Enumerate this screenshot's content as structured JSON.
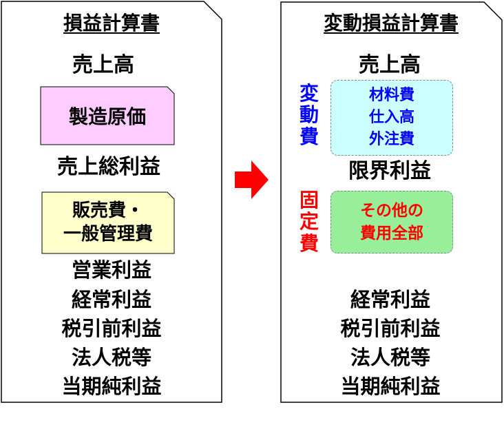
{
  "left_panel": {
    "title": "損益計算書",
    "revenue": "売上高",
    "cogs_box": "製造原価",
    "gross_profit": "売上総利益",
    "sga_box": {
      "line1": "販売費・",
      "line2": "一般管理費"
    },
    "bottom_items": [
      "営業利益",
      "経常利益",
      "税引前利益",
      "法人税等",
      "当期純利益"
    ]
  },
  "right_panel": {
    "title": "変動損益計算書",
    "revenue": "売上高",
    "variable_label": {
      "chars": [
        "変",
        "動",
        "費"
      ]
    },
    "variable_box": {
      "items": [
        "材料費",
        "仕入高",
        "外注費"
      ]
    },
    "marginal_profit": "限界利益",
    "fixed_label": {
      "chars": [
        "固",
        "定",
        "費"
      ]
    },
    "fixed_box": {
      "line1": "その他の",
      "line2": "費用全部"
    },
    "bottom_items": [
      "経常利益",
      "税引前利益",
      "法人税等",
      "当期純利益"
    ]
  },
  "colors": {
    "cogs_fill": "#ffccff",
    "sga_fill": "#ffffcc",
    "variable_fill": "#ccffff",
    "fixed_fill": "#99ee99",
    "variable_text": "#0000ff",
    "fixed_text": "#ff0000",
    "arrow": "#ff0000"
  }
}
